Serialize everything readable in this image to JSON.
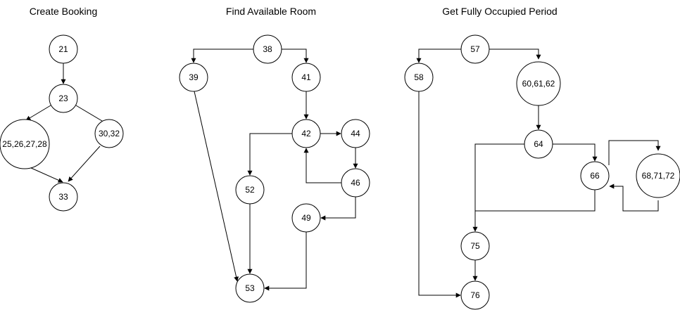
{
  "diagrams": [
    {
      "title": "Create Booking",
      "nodes": {
        "n21": "21",
        "n23": "23",
        "n25": "25,26,27,28",
        "n30": "30,32",
        "n33": "33"
      }
    },
    {
      "title": "Find Available Room",
      "nodes": {
        "n38": "38",
        "n39": "39",
        "n41": "41",
        "n42": "42",
        "n44": "44",
        "n46": "46",
        "n49": "49",
        "n52": "52",
        "n53": "53"
      }
    },
    {
      "title": "Get Fully Occupied Period",
      "nodes": {
        "n57": "57",
        "n58": "58",
        "n60": "60,61,62",
        "n64": "64",
        "n66": "66",
        "n68": "68,71,72",
        "n75": "75",
        "n76": "76"
      }
    }
  ],
  "colors": {
    "stroke": "#000000",
    "background": "#ffffff"
  }
}
